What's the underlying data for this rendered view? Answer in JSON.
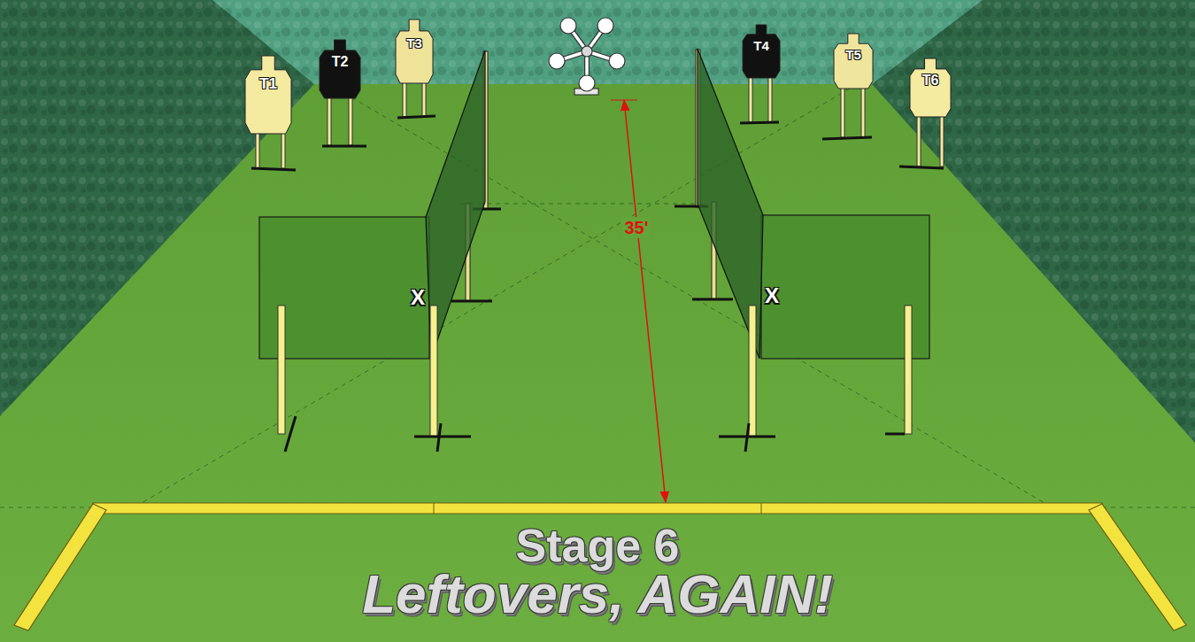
{
  "diagram": {
    "title": "Stage 6",
    "caption": "Leftovers, AGAIN!",
    "nodes": [
      {
        "text": [
          "T1"
        ]
      },
      {
        "text": [
          "T2"
        ]
      },
      {
        "text": [
          "T3"
        ]
      },
      {
        "text": [
          "T4"
        ]
      },
      {
        "text": [
          "T5"
        ]
      },
      {
        "text": [
          "T6"
        ]
      }
    ],
    "labels": [
      "X",
      "X",
      "35'"
    ]
  }
}
